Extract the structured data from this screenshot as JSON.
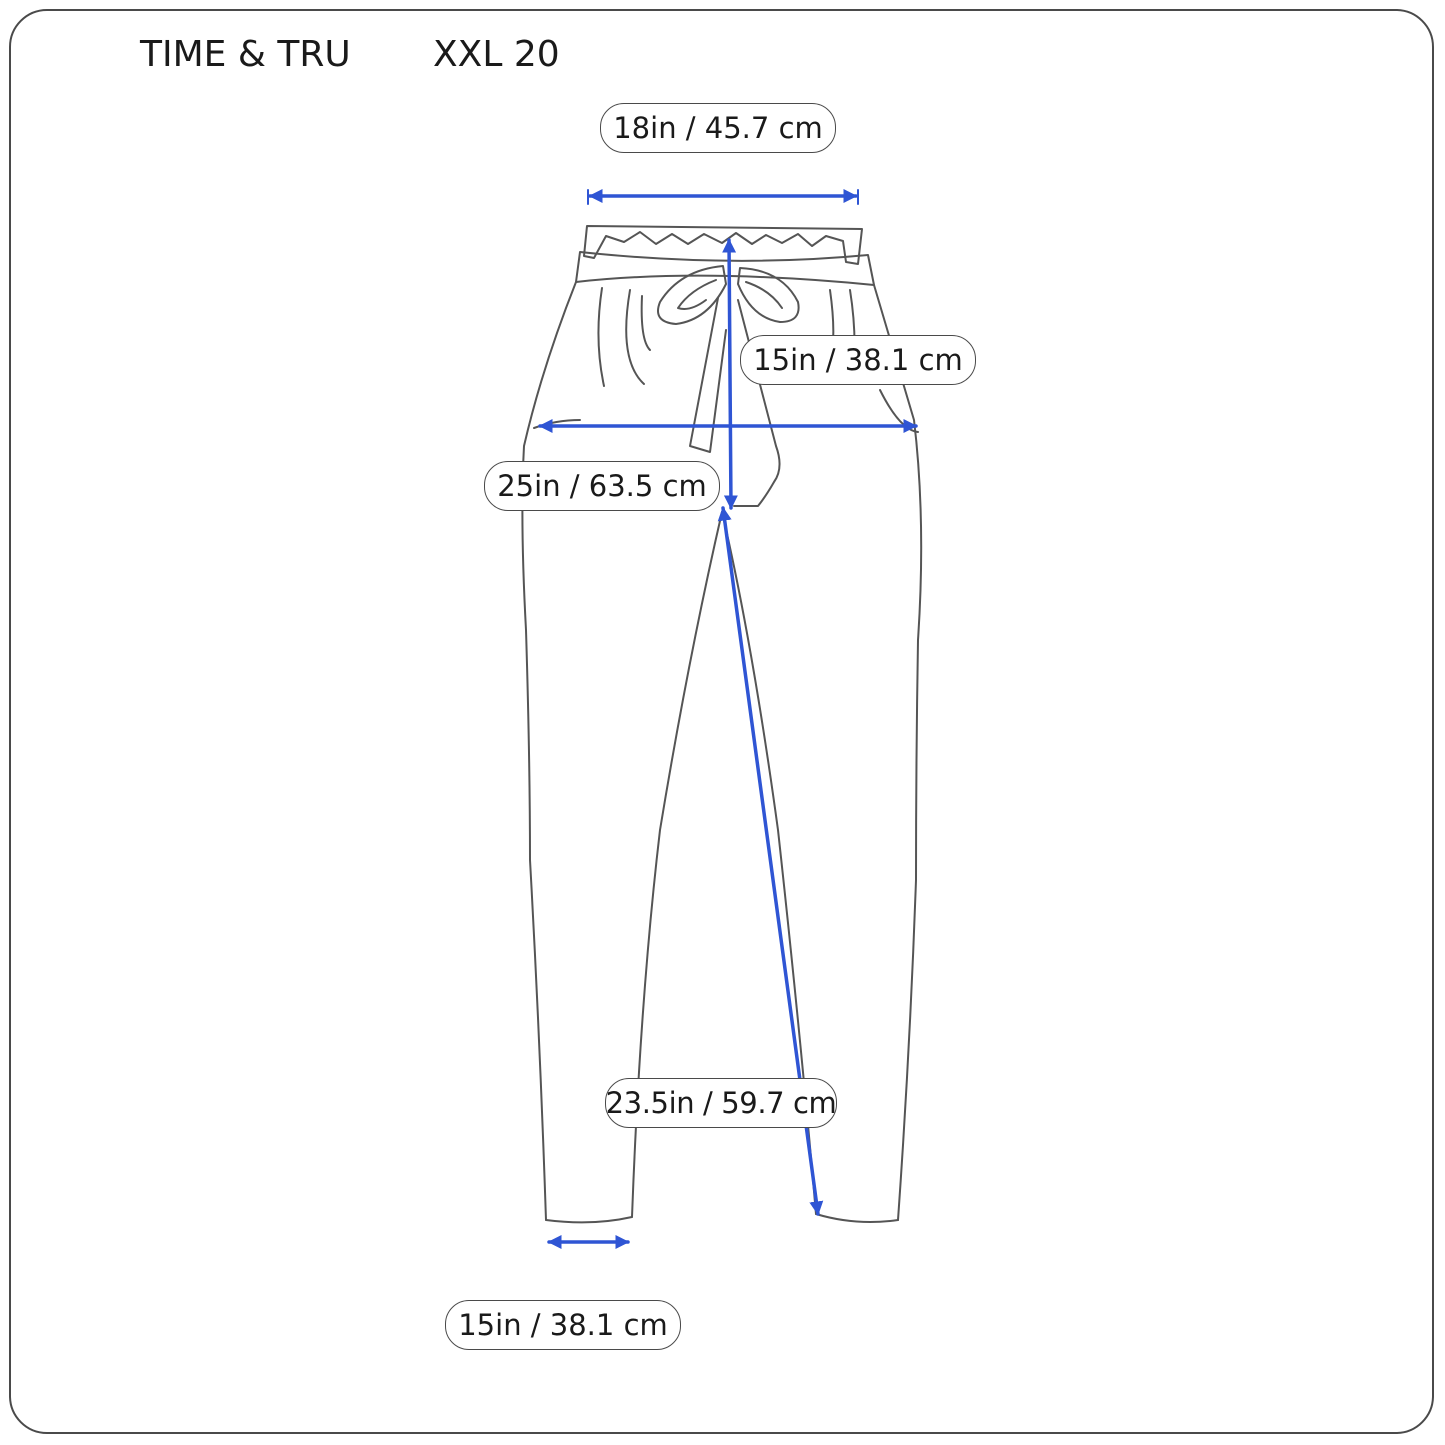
{
  "header": {
    "brand": "TIME & TRU",
    "size": "XXL 20"
  },
  "measurements": {
    "waist": "18in / 45.7 cm",
    "rise": "15in / 38.1 cm",
    "hip": "25in / 63.5 cm",
    "inseam": "23.5in / 59.7 cm",
    "leg_opening": "15in / 38.1 cm"
  },
  "colors": {
    "arrow": "#2f55d4",
    "outline": "#555555",
    "frame": "#4a4a4a"
  },
  "icons": {
    "garment": "pants-icon"
  }
}
